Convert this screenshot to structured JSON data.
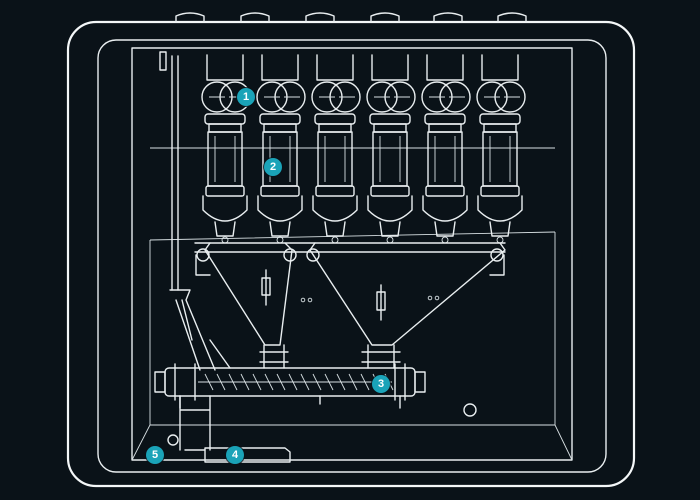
{
  "colors": {
    "background": "#0a1218",
    "line": "#e9eef0",
    "marker": "#1aa3b8",
    "marker_text": "#ffffff"
  },
  "callouts": [
    {
      "label": "1"
    },
    {
      "label": "2"
    },
    {
      "label": "3"
    },
    {
      "label": "4"
    },
    {
      "label": "5"
    }
  ],
  "feeder_count": 6
}
